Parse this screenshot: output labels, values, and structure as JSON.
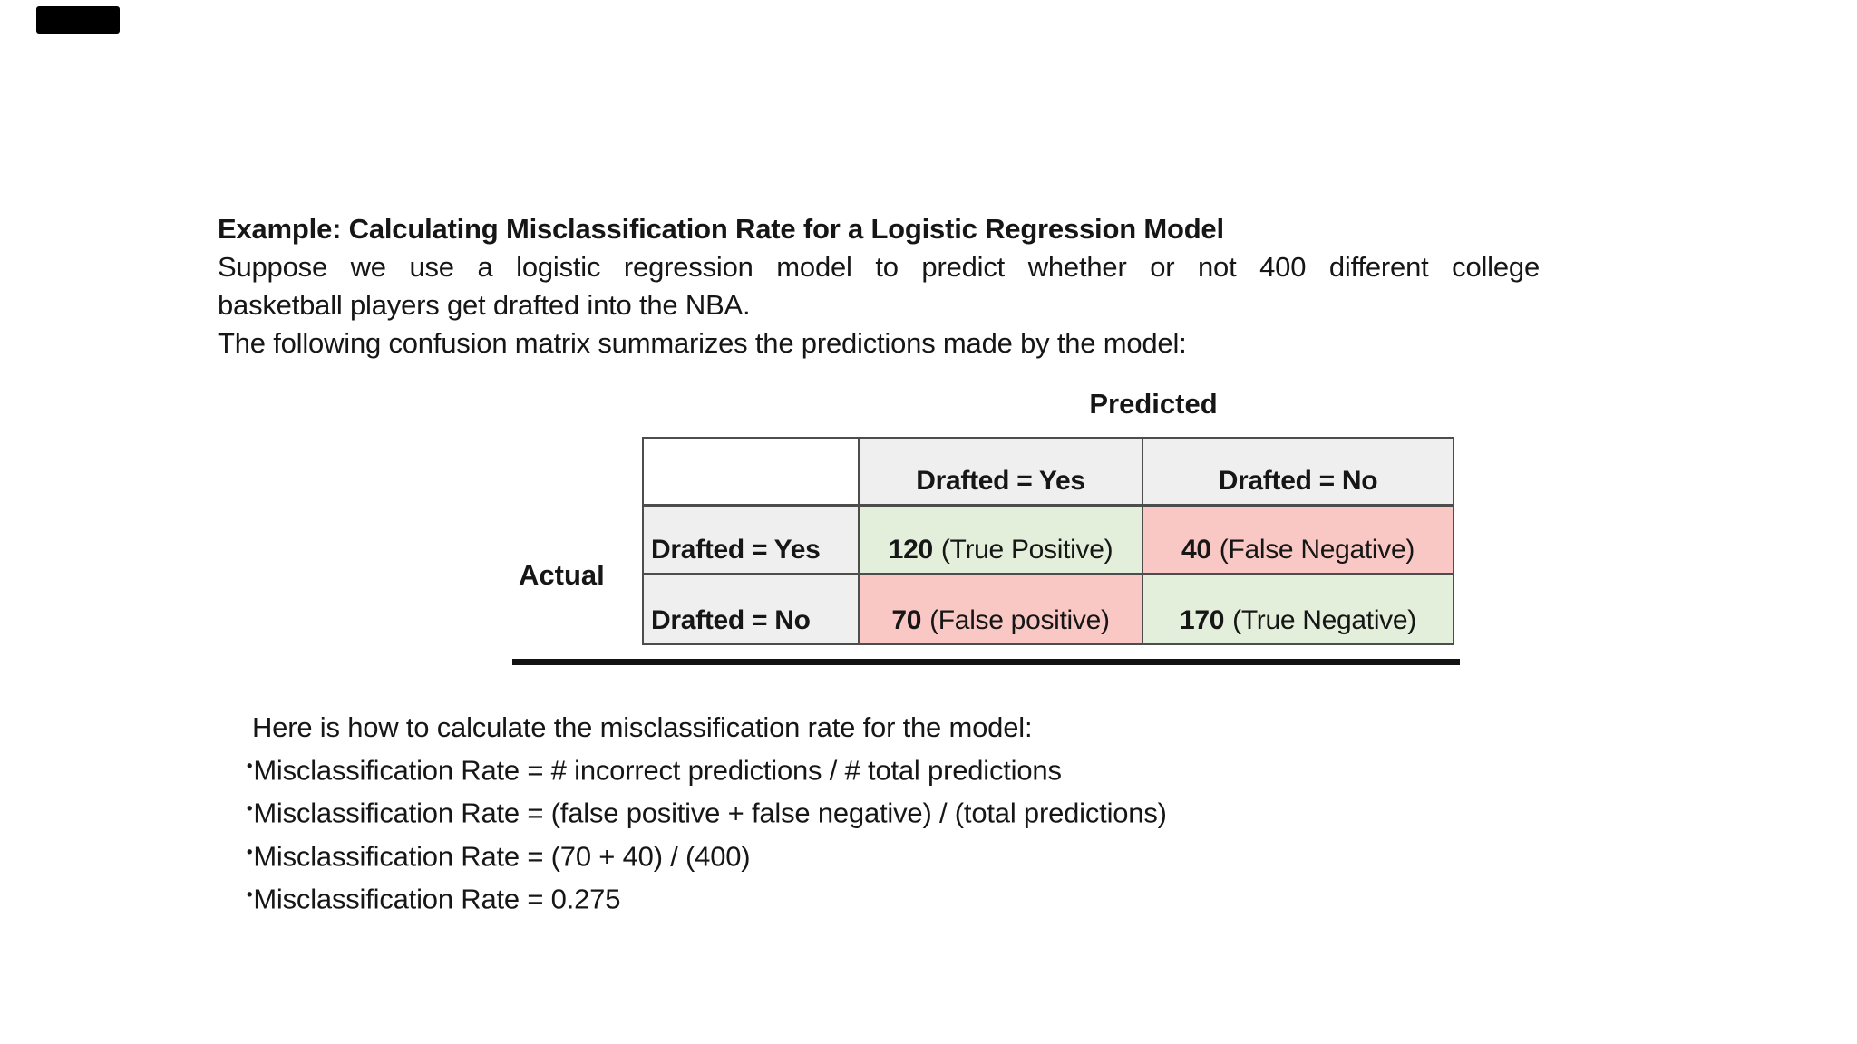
{
  "decor": {
    "corner_mark_color": "#000000"
  },
  "intro": {
    "title": "Example: Calculating Misclassification Rate for a Logistic Regression Model",
    "line1": "Suppose we use a logistic regression model to predict whether or not 400 different college",
    "line2": "basketball players get drafted into the NBA.",
    "line3": "The following confusion matrix summarizes the predictions made by the model:"
  },
  "matrix": {
    "predicted_label": "Predicted",
    "actual_label": "Actual",
    "col_headers": [
      "Drafted = Yes",
      "Drafted = No"
    ],
    "row_headers": [
      "Drafted = Yes",
      "Drafted = No"
    ],
    "cells": [
      [
        {
          "value": "120",
          "label": "(True Positive)",
          "tone": "green"
        },
        {
          "value": "40",
          "label": "(False Negative)",
          "tone": "pink"
        }
      ],
      [
        {
          "value": "70",
          "label": "(False positive)",
          "tone": "pink"
        },
        {
          "value": "170",
          "label": "(True Negative)",
          "tone": "green"
        }
      ]
    ],
    "colors": {
      "green": "#e3efda",
      "pink": "#f9c8c5",
      "header_bg": "#efefef",
      "border": "#4d4d4d",
      "underline": "#131313"
    }
  },
  "calculation": {
    "bullet_char": "•",
    "intro": "Here is how to calculate the misclassification rate for the model:",
    "bullets": [
      "Misclassification Rate = # incorrect predictions / # total predictions",
      "Misclassification Rate = (false positive + false negative) / (total predictions)",
      "Misclassification Rate = (70 + 40) / (400)",
      "Misclassification Rate = 0.275"
    ]
  }
}
